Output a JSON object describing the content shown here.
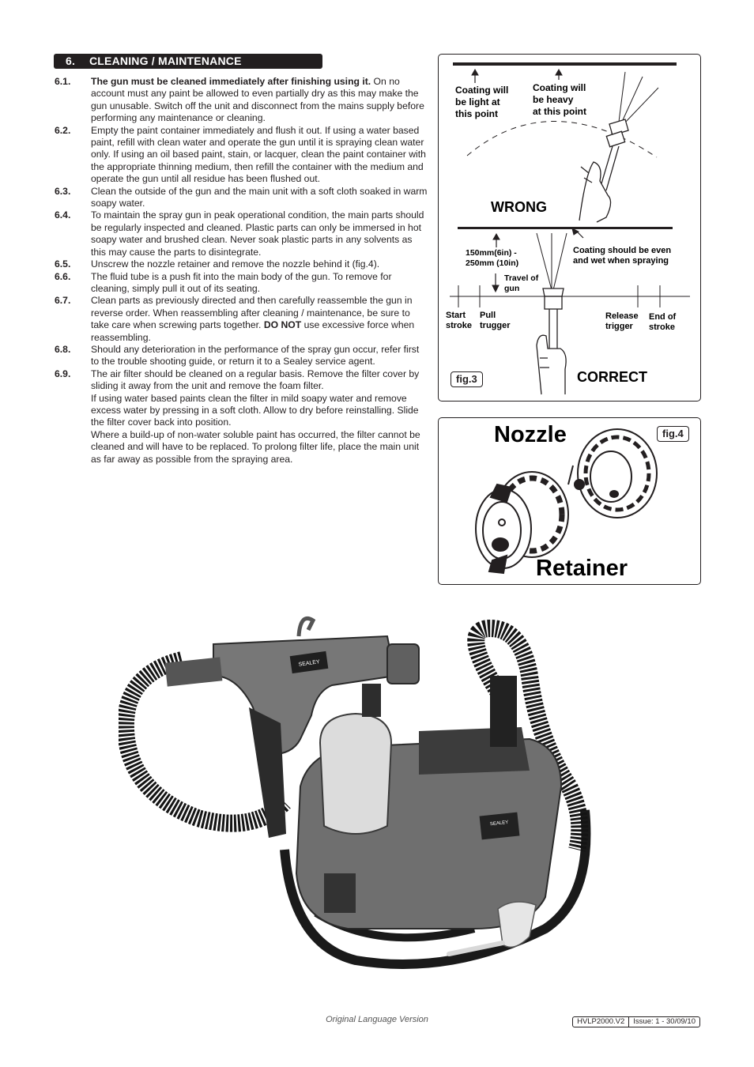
{
  "section": {
    "number": "6.",
    "title": "CLEANING / MAINTENANCE"
  },
  "items": [
    {
      "num": "6.1.",
      "bold": "The gun must be cleaned immediately after finishing using it.",
      "text": " On no account must any paint be allowed to even partially dry as this may make the gun unusable. Switch off the unit and disconnect from the mains supply before performing any maintenance or cleaning."
    },
    {
      "num": "6.2.",
      "text": "Empty the paint container immediately and flush it out. If using a water based paint, refill with clean water and operate the gun until it is spraying clean water only. If using an oil based paint, stain, or lacquer, clean the paint container with the appropriate thinning medium, then refill the container with the medium and operate the gun until all residue has been flushed out."
    },
    {
      "num": "6.3.",
      "text": "Clean the outside of the gun and the main unit with a soft cloth soaked in warm soapy water."
    },
    {
      "num": "6.4.",
      "text": "To maintain the spray gun in peak operational condition, the main parts should be regularly inspected and cleaned. Plastic parts can only be immersed in hot soapy water and brushed clean. Never soak plastic parts in any solvents as this may cause the parts to disintegrate."
    },
    {
      "num": "6.5.",
      "text": "Unscrew the nozzle retainer and remove the nozzle behind it (fig.4)."
    },
    {
      "num": "6.6.",
      "text": "The fluid tube is a push fit into the main body of the gun. To remove for cleaning, simply pull it out of its seating."
    },
    {
      "num": "6.7.",
      "text": "Clean parts as previously directed and then carefully reassemble the gun in reverse order. When reassembling after cleaning / maintenance, be sure to take care when screwing parts together. ",
      "bold2": "DO NOT",
      "text2": " use excessive force when reassembling."
    },
    {
      "num": "6.8.",
      "text": "Should any deterioration in the performance of the spray gun occur, refer first to the trouble shooting guide, or return it to a Sealey service agent."
    },
    {
      "num": "6.9.",
      "text": "The air filter should be cleaned on a regular basis. Remove the filter cover by sliding it away from the unit and remove the foam filter.",
      "para2": "If using water based paints clean the filter in mild soapy water and remove excess water by pressing in a soft cloth. Allow to dry before reinstalling. Slide the filter cover back into position.",
      "para3": "Where a build-up of non-water soluble paint has occurred, the filter cannot be cleaned and will have to be replaced. To prolong filter life, place the main unit as far away as possible from the spraying area."
    }
  ],
  "fig3": {
    "label": "fig.3",
    "light_1": "Coating will",
    "light_2": "be light at",
    "light_3": "this point",
    "heavy_1": "Coating will",
    "heavy_2": "be heavy",
    "heavy_3": "at this point",
    "wrong": "WRONG",
    "distance_1": "150mm(6in) -",
    "distance_2": "250mm (10in)",
    "even_1": "Coating should be even",
    "even_2": "and wet when spraying",
    "travel_1": "Travel of",
    "travel_2": "gun",
    "start_1": "Start",
    "start_2": "stroke",
    "pull_1": "Pull",
    "pull_2": "trugger",
    "release_1": "Release",
    "release_2": "trigger",
    "end_1": "End of",
    "end_2": "stroke",
    "correct": "CORRECT"
  },
  "fig4": {
    "label": "fig.4",
    "nozzle": "Nozzle",
    "retainer": "Retainer"
  },
  "product": {
    "badge": "SEALEY",
    "badge2": "SEALEY"
  },
  "footer": {
    "center": "Original Language Version",
    "ref": "HVLP2000.V2",
    "issue": "Issue: 1 - 30/09/10"
  }
}
